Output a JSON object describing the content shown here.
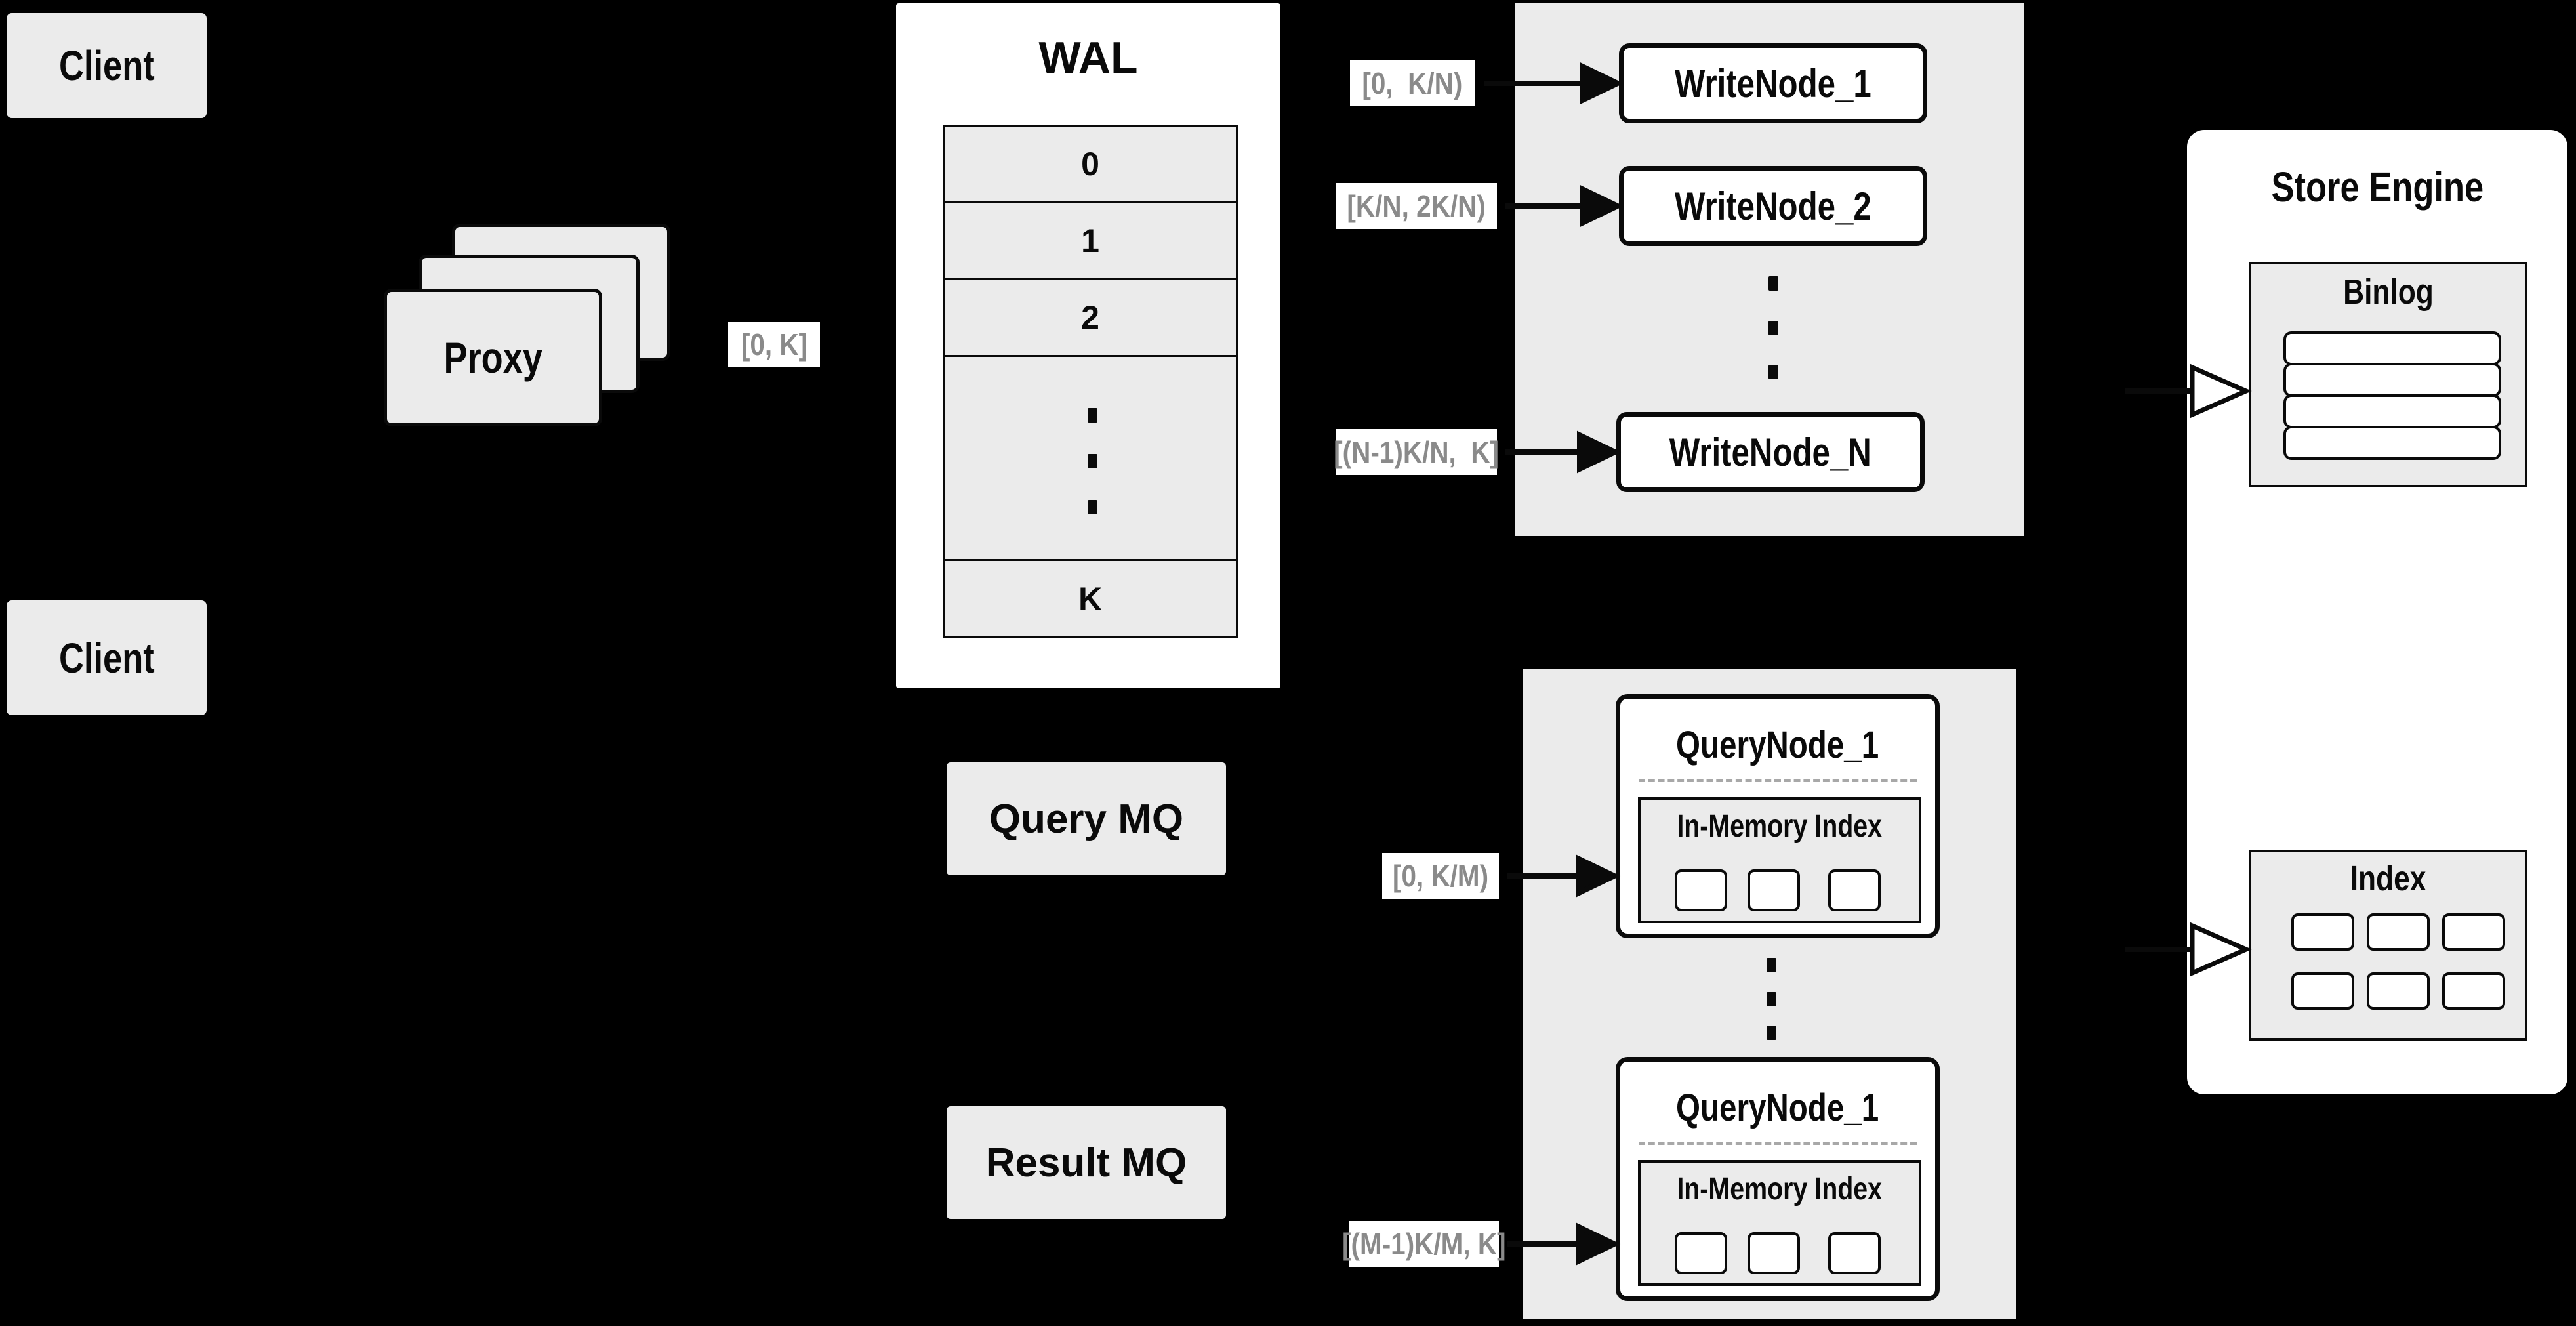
{
  "colors": {
    "background": "#000000",
    "panel_gray": "#ebebeb",
    "node_white": "#ffffff",
    "line_black": "#0a0a0a",
    "range_label_text": "#8a8a8a",
    "dashed_separator": "#a8a8a8"
  },
  "clients": {
    "top": "Client",
    "bottom": "Client"
  },
  "proxy": {
    "label": "Proxy"
  },
  "range_labels": {
    "proxy_out": "[0, K]",
    "write_1": "[0,  K/N)",
    "write_2": "[K/N, 2K/N)",
    "write_3": "[(N-1)K/N,  K]",
    "query_1": "[0, K/M)",
    "query_2": "[(M-1)K/M, K]"
  },
  "wal": {
    "title": "WAL",
    "rows": [
      "0",
      "1",
      "2"
    ],
    "last_row": "K"
  },
  "write_nodes": {
    "node_1": "WriteNode_1",
    "node_2": "WriteNode_2",
    "node_n": "WriteNode_N"
  },
  "query_nodes": {
    "top": {
      "title": "QueryNode_1",
      "inner_title": "In-Memory Index"
    },
    "bottom": {
      "title": "QueryNode_1",
      "inner_title": "In-Memory Index"
    }
  },
  "mq": {
    "query": "Query MQ",
    "result": "Result MQ"
  },
  "store_engine": {
    "title": "Store Engine",
    "binlog": {
      "title": "Binlog",
      "rows": 4
    },
    "index": {
      "title": "Index",
      "cells": 6
    }
  }
}
